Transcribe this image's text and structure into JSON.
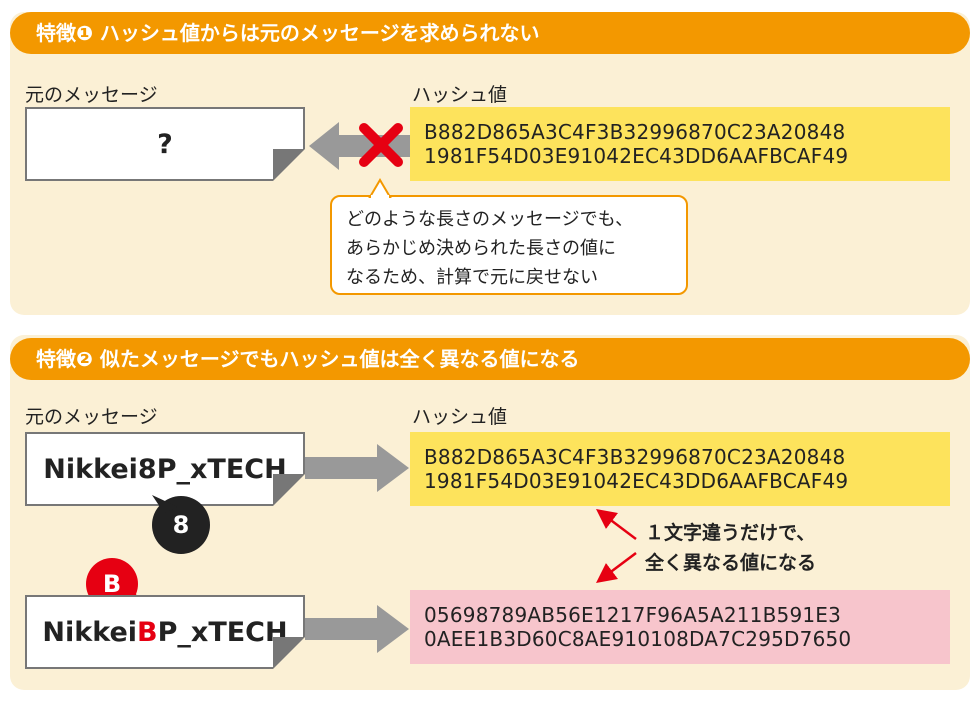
{
  "feature1": {
    "title": "特徴❶ ハッシュ値からは元のメッセージを求められない",
    "message_label": "元のメッセージ",
    "hash_label": "ハッシュ値",
    "message": "?",
    "hash_lines": [
      "B882D865A3C4F3B32996870C23A20848",
      "1981F54D03E91042EC43DD6AAFBCAF49"
    ],
    "callout_lines": [
      "どのような長さのメッセージでも、",
      "あらかじめ決められた長さの値に",
      "なるため、計算で元に戻せない"
    ]
  },
  "feature2": {
    "title": "特徴❷ 似たメッセージでもハッシュ値は全く異なる値になる",
    "message_label": "元のメッセージ",
    "hash_label": "ハッシュ値",
    "message1": {
      "prefix": "Nikkei",
      "char": "8",
      "suffix": "P_xTECH"
    },
    "badge1": "8",
    "hash1_lines": [
      "B882D865A3C4F3B32996870C23A20848",
      "1981F54D03E91042EC43DD6AAFBCAF49"
    ],
    "message2": {
      "prefix": "Nikkei",
      "char": "B",
      "suffix": "P_xTECH"
    },
    "badge2": "B",
    "hash2_lines": [
      "05698789AB56E1217F96A5A211B591E3",
      "0AEE1B3D60C8AE910108DA7C295D7650"
    ],
    "note_lines": [
      "１文字違うだけで、",
      "全く異なる値になる"
    ]
  },
  "colors": {
    "orange": "#f39800",
    "yellow": "#fde35c",
    "pink": "#f7c5cc",
    "red": "#e60012",
    "panel": "#fbf0d5"
  }
}
